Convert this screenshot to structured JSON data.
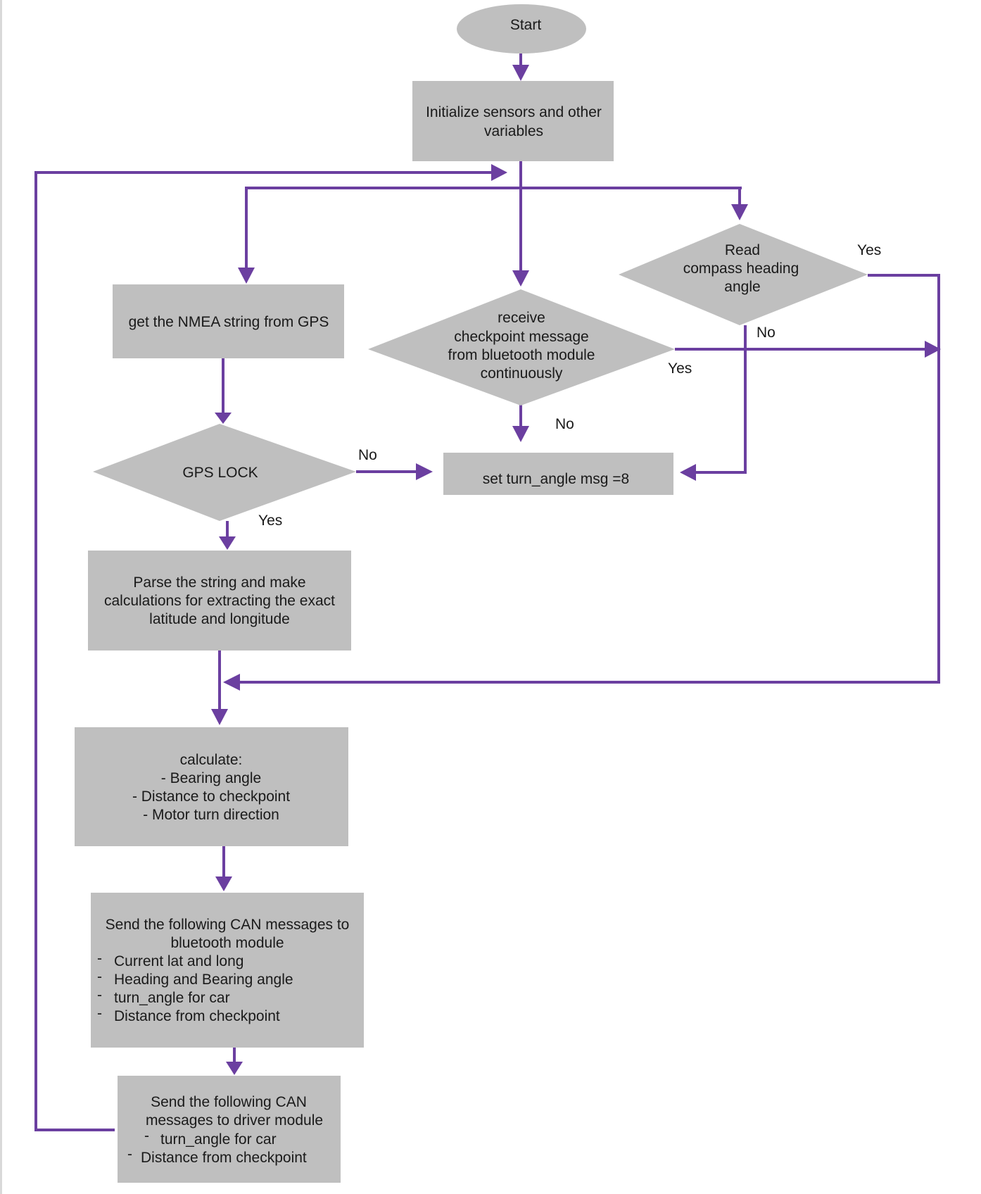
{
  "colors": {
    "node_fill": "#bfbfbf",
    "connector": "#6b3fa0",
    "text": "#1a1a1a"
  },
  "nodes": {
    "start": "Start",
    "init": [
      "Initialize sensors and other",
      "variables"
    ],
    "get_nmea": [
      "get the NMEA string from GPS"
    ],
    "receive": [
      "receive",
      "checkpoint message",
      "from bluetooth module",
      "continuously"
    ],
    "compass": [
      "Read",
      "compass heading",
      "angle"
    ],
    "gps_lock": [
      "GPS LOCK"
    ],
    "set_turn": [
      "set turn_angle msg =8"
    ],
    "parse": [
      "Parse the string and make",
      "calculations for extracting the exact",
      "latitude and longitude"
    ],
    "calculate": [
      "calculate:",
      "- Bearing angle",
      "- Distance to checkpoint",
      "- Motor turn direction"
    ],
    "send_bt": [
      "Send the following CAN messages to",
      "bluetooth module",
      "Current lat and long",
      "Heading and Bearing angle",
      "turn_angle for car",
      "Distance from checkpoint"
    ],
    "send_driver": [
      "Send the following CAN",
      "messages to driver module",
      "turn_angle for car",
      "Distance from checkpoint"
    ]
  },
  "edge_labels": {
    "compass_yes": "Yes",
    "compass_no": "No",
    "receive_yes": "Yes",
    "receive_no": "No",
    "gps_no": "No",
    "gps_yes": "Yes"
  },
  "list_marker": "-"
}
